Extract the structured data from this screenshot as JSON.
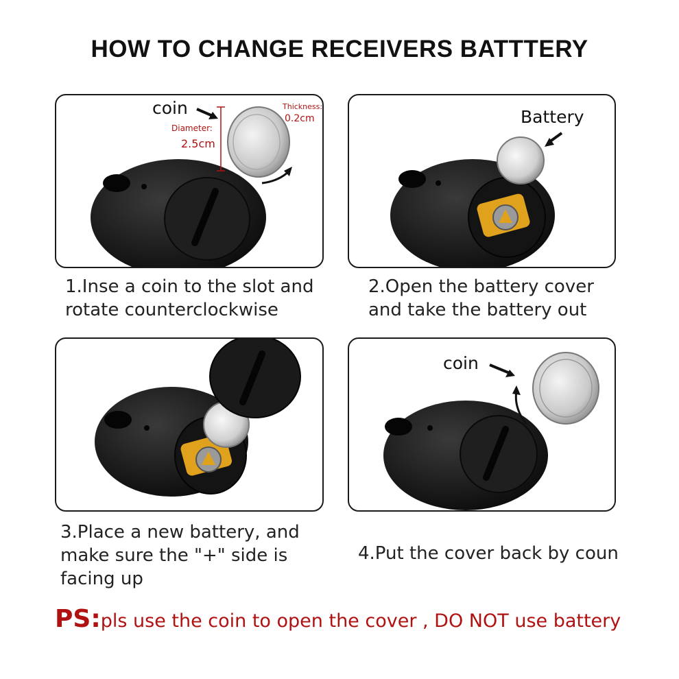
{
  "title": "HOW TO CHANGE RECEIVERS BATTTERY",
  "steps": [
    {
      "line1": "1.Inse a coin to the slot and",
      "line2": "rotate counterclockwise"
    },
    {
      "line1": "2.Open the battery cover",
      "line2": "and take the battery out"
    },
    {
      "line1": "3.Place a new battery, and",
      "line2": "make sure the \"+\" side is",
      "line3": "facing up"
    },
    {
      "line1": "4.Put the cover back by coun"
    }
  ],
  "panel1": {
    "coin_label": "coin",
    "diameter_label": "Diameter:",
    "diameter_value": "2.5cm",
    "thickness_label": "Thickness:",
    "thickness_value": "0.2cm"
  },
  "panel2": {
    "battery_label": "Battery"
  },
  "panel4": {
    "coin_label": "coin"
  },
  "ps": {
    "label": "PS:",
    "text": "pls use the coin to open the cover , DO NOT use battery"
  },
  "colors": {
    "accent_red": "#b01212",
    "device_black": "#1b1b1b",
    "pcb_yellow": "#e0a21c"
  }
}
